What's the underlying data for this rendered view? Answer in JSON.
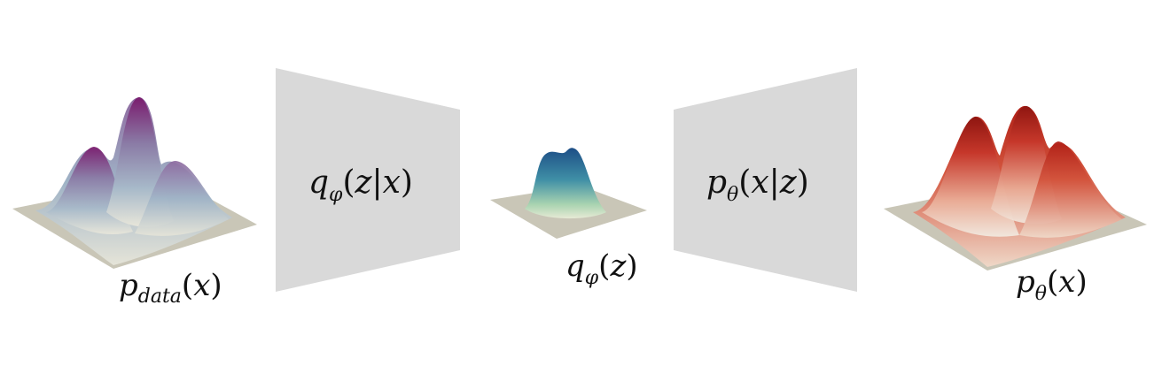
{
  "distributions": {
    "data": {
      "symbol": "p",
      "subscript": "data",
      "argument": "x"
    },
    "latent": {
      "symbol": "q",
      "subscript": "φ",
      "argument": "z"
    },
    "model": {
      "symbol": "p",
      "subscript": "θ",
      "argument": "x"
    }
  },
  "blocks": {
    "encoder": {
      "symbol": "q",
      "subscript": "φ",
      "argument": "z|x"
    },
    "decoder": {
      "symbol": "p",
      "subscript": "θ",
      "argument": "x|z"
    }
  },
  "colors": {
    "block_fill": "#d9d9d9",
    "plane_fill": "#c9c6b7",
    "data_peak": "#7a1c6e",
    "data_body": "#a7b9c9",
    "latent_peak": "#1d4e86",
    "latent_body": "#a8d3b0",
    "model_peak": "#8e1510",
    "model_body": "#e9ab95"
  }
}
